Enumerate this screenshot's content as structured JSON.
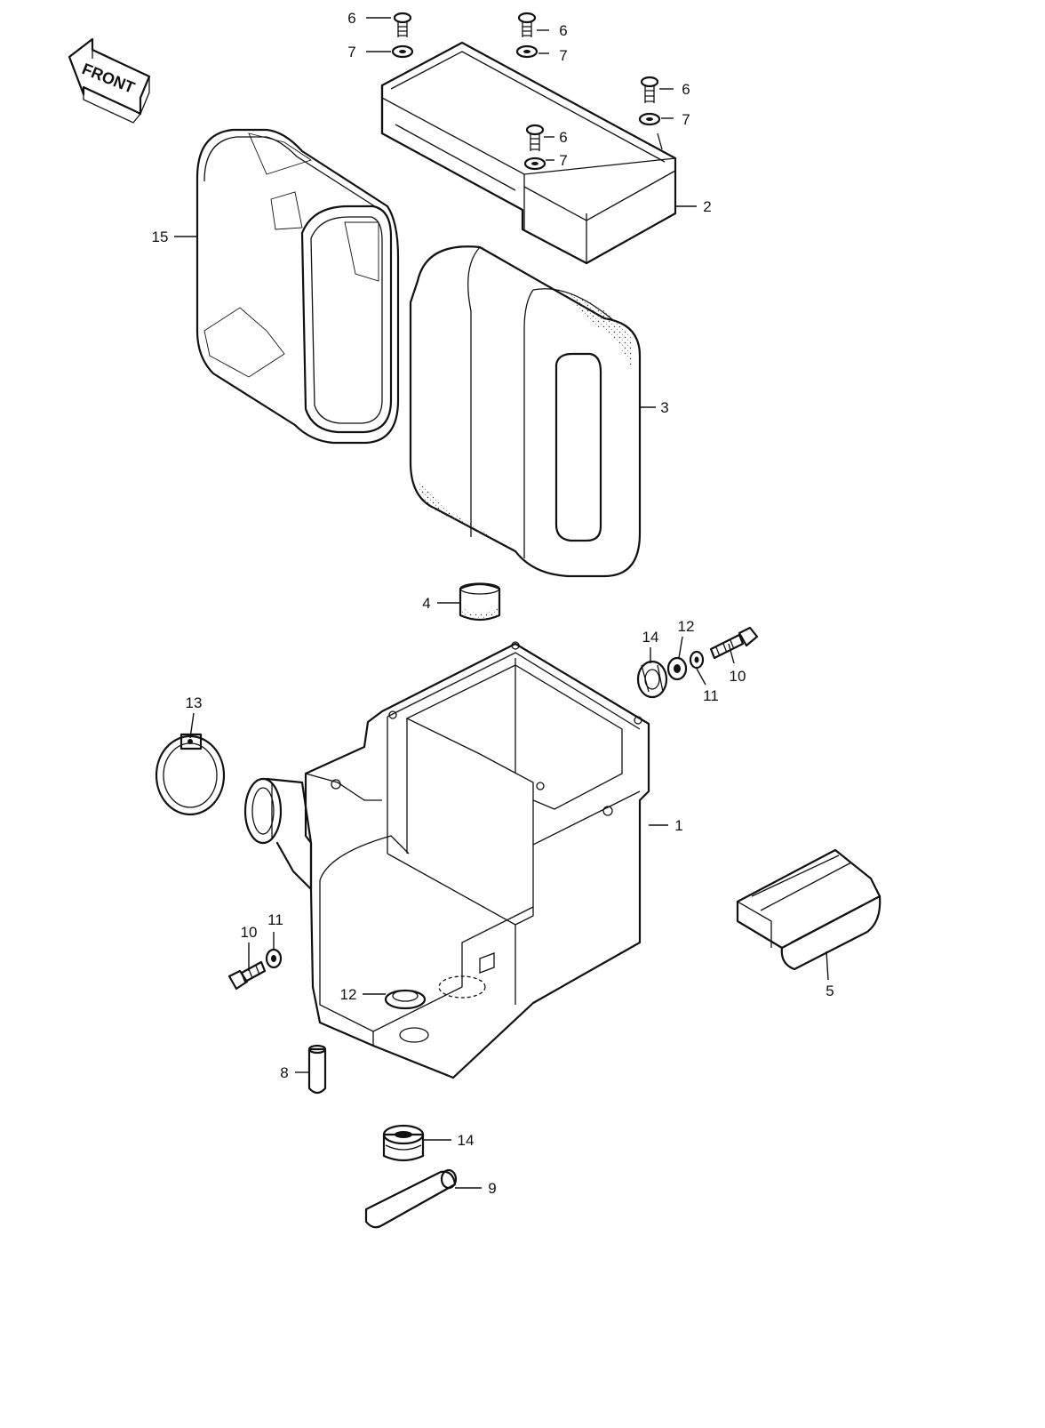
{
  "front_arrow": {
    "label": "FRONT"
  },
  "callouts": [
    {
      "id": "c-6a",
      "label": "6"
    },
    {
      "id": "c-7a",
      "label": "7"
    },
    {
      "id": "c-6b",
      "label": "6"
    },
    {
      "id": "c-7b",
      "label": "7"
    },
    {
      "id": "c-6c",
      "label": "6"
    },
    {
      "id": "c-7c",
      "label": "7"
    },
    {
      "id": "c-6d",
      "label": "6"
    },
    {
      "id": "c-7d",
      "label": "7"
    },
    {
      "id": "c-2",
      "label": "2"
    },
    {
      "id": "c-15",
      "label": "15"
    },
    {
      "id": "c-3",
      "label": "3"
    },
    {
      "id": "c-4",
      "label": "4"
    },
    {
      "id": "c-14a",
      "label": "14"
    },
    {
      "id": "c-12a",
      "label": "12"
    },
    {
      "id": "c-10a",
      "label": "10"
    },
    {
      "id": "c-11a",
      "label": "11"
    },
    {
      "id": "c-13",
      "label": "13"
    },
    {
      "id": "c-1",
      "label": "1"
    },
    {
      "id": "c-5",
      "label": "5"
    },
    {
      "id": "c-10b",
      "label": "10"
    },
    {
      "id": "c-11b",
      "label": "11"
    },
    {
      "id": "c-12b",
      "label": "12"
    },
    {
      "id": "c-8",
      "label": "8"
    },
    {
      "id": "c-14b",
      "label": "14"
    },
    {
      "id": "c-9",
      "label": "9"
    }
  ]
}
